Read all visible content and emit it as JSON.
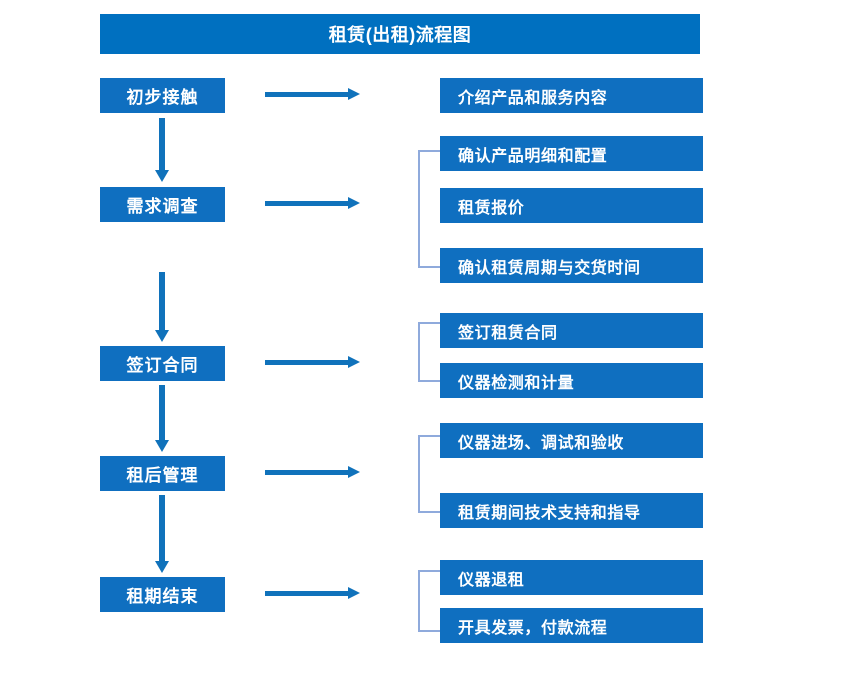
{
  "title": "租赁(出租)流程图",
  "colors": {
    "title_bar": "#0070C0",
    "box_fill": "#0F6FC0",
    "box_text": "#FFFFFF",
    "arrow": "#1072BB",
    "bracket": "#8FAADC",
    "background": "#FFFFFF"
  },
  "stages": [
    {
      "label": "初步接触"
    },
    {
      "label": "需求调查"
    },
    {
      "label": "签订合同"
    },
    {
      "label": "租后管理"
    },
    {
      "label": "租期结束"
    }
  ],
  "details": [
    {
      "label": "介绍产品和服务内容"
    },
    {
      "label": "确认产品明细和配置"
    },
    {
      "label": "租赁报价"
    },
    {
      "label": "确认租赁周期与交货时间"
    },
    {
      "label": "签订租赁合同"
    },
    {
      "label": "仪器检测和计量"
    },
    {
      "label": "仪器进场、调试和验收"
    },
    {
      "label": "租赁期间技术支持和指导"
    },
    {
      "label": "仪器退租"
    },
    {
      "label": "开具发票，付款流程"
    }
  ]
}
